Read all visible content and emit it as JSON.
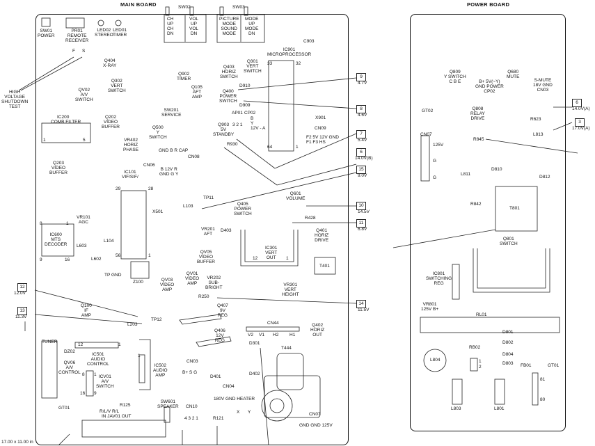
{
  "titles": {
    "main_board": "MAIN BOARD",
    "power_board": "POWER BOARD"
  },
  "top_labels": {
    "sw01": [
      "SW01",
      "POWER"
    ],
    "pr01": [
      "PR01",
      "REMOTE",
      "RECEIVER"
    ],
    "led02": [
      "LED02",
      "STEREO"
    ],
    "led01": [
      "LED01",
      "TIMER"
    ],
    "sw02": "SW02",
    "sw02_ch": [
      "CH",
      "UP",
      "",
      "CH",
      "DN"
    ],
    "sw02_vol": [
      "VOL",
      "UP",
      "",
      "VOL",
      "DN"
    ],
    "sw03": "SW03",
    "sw03_pic": [
      "PICTURE",
      "MODE",
      "",
      "SOUND",
      "MODE"
    ],
    "sw03_mode": [
      "MODE",
      "UP",
      "",
      "MODE",
      "DN"
    ]
  },
  "main_components": {
    "hv_test": [
      "HIGH",
      "VOLTAGE",
      "SHUTDOWN",
      "TEST"
    ],
    "f": "F",
    "s": "S",
    "q404": [
      "Q404",
      "X-RAY"
    ],
    "q302": [
      "Q302",
      "VERT",
      "SWITCH"
    ],
    "qv02": [
      "QV02",
      "A/V",
      "SWITCH"
    ],
    "q902": [
      "Q902",
      "TIMER"
    ],
    "q105": [
      "Q105",
      "AFT",
      "AMP"
    ],
    "q403": [
      "Q403",
      "HORIZ",
      "SWITCH"
    ],
    "q301": [
      "Q301",
      "VERT",
      "SWITCH"
    ],
    "ic901": [
      "IC901",
      "MICROPROCESSOR"
    ],
    "ic901_pins": [
      "33",
      "32",
      "64",
      "1"
    ],
    "c903": "C903",
    "d910": "D910",
    "d909": "D909",
    "q400": [
      "Q400",
      "POWER",
      "SWITCH"
    ],
    "x901": "X901",
    "ic200": "IC200",
    "comb_filter": "COMB FILTER",
    "ic200_pins": [
      "1",
      "5"
    ],
    "q202": [
      "Q202",
      "VIDEO",
      "BUFFER"
    ],
    "sw201": [
      "SW201",
      "SERVICE"
    ],
    "q500": [
      "Q500",
      "Y",
      "SWITCH"
    ],
    "ap01": "AP01",
    "cp02": "CP02",
    "ap01_pins": "3 2 1",
    "cp02_pins": [
      "B",
      "Y",
      "12V - A"
    ],
    "q903": [
      "Q903",
      "5V",
      "STANDBY"
    ],
    "cn09": "CN09",
    "cn09_pins": [
      "F2  5V 12V GND",
      "F1  F3  HS"
    ],
    "vr402": [
      "VR402",
      "HORIZ",
      "PHASE"
    ],
    "cn08_pins": "GND  B    R   CAP",
    "cn08": "CN08",
    "r930": "R930",
    "cn06": "CN06",
    "cn06_pins": [
      "B  12V  R",
      "GND  G    Y"
    ],
    "q203": [
      "Q203",
      "VIDEO",
      "BUFFER"
    ],
    "ic101": [
      "IC101",
      "VIF/SIF/"
    ],
    "ic101_pins": [
      "29",
      "28",
      "56",
      "1"
    ],
    "tp11": "TP11",
    "q601": [
      "Q601",
      "VOLUME"
    ],
    "l103": "L103",
    "q405": [
      "Q405",
      "POWER",
      "SWITCH"
    ],
    "x501": "X501",
    "vr101": [
      "VR101",
      "AGC"
    ],
    "ic600": [
      "IC600",
      "MTS",
      "DECODER"
    ],
    "ic600_pins": [
      "8",
      "1",
      "9",
      "16"
    ],
    "l104": "L104",
    "l603": "L603",
    "l602": "L602",
    "vr201": [
      "VR201",
      "AFT"
    ],
    "d403": "D403",
    "r428": "R428",
    "q401": [
      "Q401",
      "HORIZ",
      "DRIVE"
    ],
    "ic301": [
      "IC301",
      "VERT",
      "OUT"
    ],
    "ic301_pins": [
      "12",
      "1"
    ],
    "t401": "T401",
    "qv05": [
      "QV05",
      "VIDEO",
      "BUFFER"
    ],
    "tp_gnd": "TP  GND",
    "z100": "Z100",
    "qv03": [
      "QV03",
      "VIDEO",
      "AMP"
    ],
    "qv01": [
      "QV01",
      "VIDEO",
      "AMP"
    ],
    "vr202": [
      "VR202",
      "SUB-",
      "BRIGHT"
    ],
    "vr301": [
      "VR301",
      "VERT",
      "HEIGHT"
    ],
    "r250": "R250",
    "q100": [
      "Q100",
      "IF",
      "AMP"
    ],
    "q407": [
      "Q407",
      "9V",
      "REG"
    ],
    "l203": "L203",
    "tp12": "TP12",
    "cn44": "CN44",
    "cn44_pins": [
      "V2",
      "V1",
      "H2",
      "H1"
    ],
    "q402": [
      "Q402",
      "HORIZ",
      "OUT"
    ],
    "q406": [
      "Q406",
      "12V",
      "REG"
    ],
    "tuner": "TUNER",
    "dz02": "DZ02",
    "ic501": [
      "IC501",
      "AUDIO",
      "CONTROL"
    ],
    "ic501_pins": [
      "12",
      "1"
    ],
    "d301": "D301",
    "t444": "T444",
    "qv06": [
      "QV06",
      "A/V",
      "CONTROL"
    ],
    "icv01": [
      "ICV01",
      "A/V",
      "SWITCH"
    ],
    "icv01_pins": [
      "8",
      "1",
      "16",
      "9"
    ],
    "ic502": [
      "IC502",
      "AUDIO",
      "AMP"
    ],
    "ic502_pin": "1",
    "cn03": "CN03",
    "cn03_pins": "B+  S   G",
    "d401": "D401",
    "d402": "D402",
    "cn04": "CN04",
    "cn04_pins": "180V GND HEATER",
    "gt01": "GT01",
    "r125": "R125",
    "sw601": [
      "SW601",
      "SPEAKER"
    ],
    "cn10": "CN10",
    "cn10_pins": "4 3 2 1",
    "jav01_row": "R/L/V       R/L",
    "jav01_row2": "IN    JAV01    OUT",
    "r121": "R121",
    "x": "X",
    "y": "Y",
    "cn07": "CN07",
    "cn07_pins": "GND GND 125V"
  },
  "callouts": [
    {
      "num": "9",
      "volt": "4.7V"
    },
    {
      "num": "8",
      "volt": "4.6V"
    },
    {
      "num": "7",
      "volt": "5.4V"
    },
    {
      "num": "6",
      "volt": "14.0V(B)"
    },
    {
      "num": "15",
      "volt": "9.0V"
    },
    {
      "num": "10",
      "volt": "14.5V"
    },
    {
      "num": "11",
      "volt": "6.8V"
    },
    {
      "num": "12",
      "volt": "12.0V"
    },
    {
      "num": "13",
      "volt": "11.3V"
    },
    {
      "num": "14",
      "volt": "11.5V"
    }
  ],
  "power_components": {
    "q809": [
      "Q809",
      "Y SWITCH",
      "C  B  E"
    ],
    "cp02": [
      "B+ 5V(~Y)",
      "GND  POWER",
      "CP02"
    ],
    "q680": [
      "Q680",
      "MUTE"
    ],
    "cn03": [
      "S-MUTE",
      "18V  GND",
      "CN03"
    ],
    "gt02": "GT02",
    "q808": [
      "Q808",
      "RELAY",
      "DRIVE"
    ],
    "r623": "R623",
    "l813": "L813",
    "cn07": "CN07",
    "cn07_125v": "125V",
    "cn07_g1": "G",
    "cn07_g2": "G",
    "r845": "R845",
    "l811": "L811",
    "d810": "D810",
    "d812": "D812",
    "r842": "R842",
    "t801": "T801",
    "q801": [
      "Q801",
      "SWITCH"
    ],
    "ic801": [
      "IC801",
      "SWITCHING",
      "REG"
    ],
    "vr801": [
      "VR801",
      "125V  B+"
    ],
    "rl01": "RL01",
    "rb02": "RB02",
    "d801": "D801",
    "d802": "D802",
    "d804": "D804",
    "d803": "D803",
    "l804": "L804",
    "fb01": "FB01",
    "gt01": "GT01",
    "p12": [
      "1",
      "2"
    ],
    "p80": [
      "81",
      "80"
    ],
    "l803": "L803",
    "l801": "L801"
  },
  "power_callouts": [
    {
      "num": "6",
      "volt": "14.0V(A)"
    },
    {
      "num": "3",
      "volt": "17.0V(A)"
    }
  ],
  "footer": "17.00 x 11.00 in"
}
